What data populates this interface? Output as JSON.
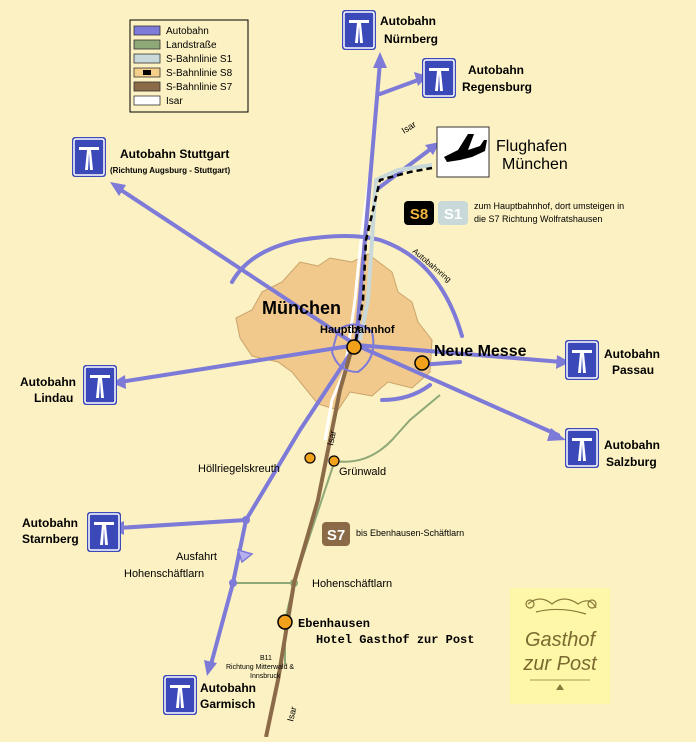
{
  "legend": {
    "items": [
      {
        "label": "Autobahn",
        "color": "#7d7ad8"
      },
      {
        "label": "Landstraße",
        "color": "#8fa878"
      },
      {
        "label": "S-Bahnlinie S1",
        "color": "#c9d8d8"
      },
      {
        "label": "S-Bahnlinie S8",
        "color": "#000000"
      },
      {
        "label": "S-Bahnlinie S7",
        "color": "#8b6a48"
      },
      {
        "label": "Isar",
        "color": "#ffffff"
      }
    ]
  },
  "autobahn_label": "Autobahn",
  "destinations": {
    "nuernberg": "Nürnberg",
    "regensburg": "Regensburg",
    "stuttgart": "Autobahn Stuttgart",
    "stuttgart_note": "(Richtung Augsburg - Stuttgart)",
    "lindau": "Lindau",
    "passau": "Passau",
    "salzburg": "Salzburg",
    "starnberg": "Starnberg",
    "garmisch": "Garmisch"
  },
  "airport": {
    "line1": "Flughafen",
    "line2": "München"
  },
  "s8_badge": "S8",
  "s1_badge": "S1",
  "s8_note_line1": "zum Hauptbahnhof, dort umsteigen in",
  "s8_note_line2": "die S7 Richtung Wolfratshausen",
  "s7_badge": "S7",
  "s7_note": "bis Ebenhausen-Schäftlarn",
  "city": "München",
  "hbf": "Hauptbahnhof",
  "messe": "Neue Messe",
  "autobahnring": "Autobahnring",
  "isar": "Isar",
  "hoellriegelskreuth": "Höllriegelskreuth",
  "gruenwald": "Grünwald",
  "ausfahrt_line1": "Ausfahrt",
  "ausfahrt_line2": "Hohenschäftlarn",
  "hohenschaeftlarn": "Hohenschäftlarn",
  "ebenhausen": "Ebenhausen",
  "hotel": "Hotel Gasthof zur Post",
  "b11": {
    "line1": "B11",
    "line2": "Richtung Mitterwald &",
    "line3": "Innsbruck"
  },
  "logo_text": "Gasthof zur Post",
  "colors": {
    "background": "#fcf1c2",
    "city": "#f2c98d",
    "autobahn": "#7d7ad8",
    "orange": "#f2a21a",
    "logo_bg": "#fff7a8"
  }
}
